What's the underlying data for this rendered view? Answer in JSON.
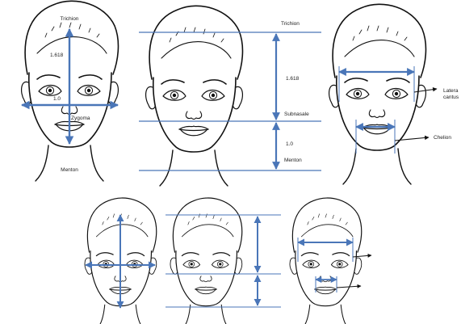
{
  "colors": {
    "measure_line": "#4a76b8",
    "ink": "#111111",
    "background": "#ffffff"
  },
  "panel1": {
    "trichion": "Trichion",
    "ratio_top": "1.618",
    "ratio_width": "1.0",
    "zygoma": "Zygoma",
    "menton": "Menton"
  },
  "panel2": {
    "trichion": "Trichion",
    "ratio_upper": "1.618",
    "subnasale": "Subnasale",
    "ratio_lower": "1.0",
    "menton": "Menton"
  },
  "panel3": {
    "lateral_line1": "Latera",
    "lateral_line2": "cantus",
    "chelion": "Chelion"
  }
}
